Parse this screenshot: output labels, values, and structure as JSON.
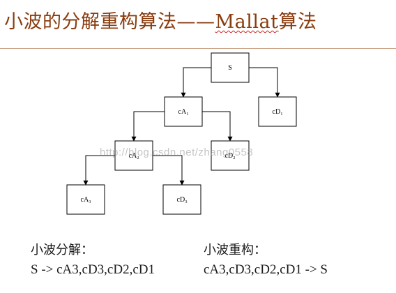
{
  "title": {
    "prefix": "小波的分解重构算法——",
    "brand": "Mallat",
    "suffix": "算法"
  },
  "diagram": {
    "nodes": [
      {
        "id": "S",
        "base": "S",
        "sub": ""
      },
      {
        "id": "cA1",
        "base": "cA",
        "sub": "1"
      },
      {
        "id": "cD1",
        "base": "cD",
        "sub": "1"
      },
      {
        "id": "cA2",
        "base": "cA",
        "sub": "2"
      },
      {
        "id": "cD2",
        "base": "cD",
        "sub": "2"
      },
      {
        "id": "cA3",
        "base": "cA",
        "sub": "3"
      },
      {
        "id": "cD3",
        "base": "cD",
        "sub": "3"
      }
    ],
    "edges": [
      [
        "S",
        "cA1"
      ],
      [
        "S",
        "cD1"
      ],
      [
        "cA1",
        "cA2"
      ],
      [
        "cA1",
        "cD2"
      ],
      [
        "cA2",
        "cA3"
      ],
      [
        "cA2",
        "cD3"
      ]
    ]
  },
  "watermark": "http://blog.csdn.net/zhang0558",
  "decomposition": {
    "heading": "小波分解：",
    "formula": "S -> cA3,cD3,cD2,cD1"
  },
  "reconstruction": {
    "heading": "小波重构：",
    "formula": "cA3,cD3,cD2,cD1 -> S"
  }
}
